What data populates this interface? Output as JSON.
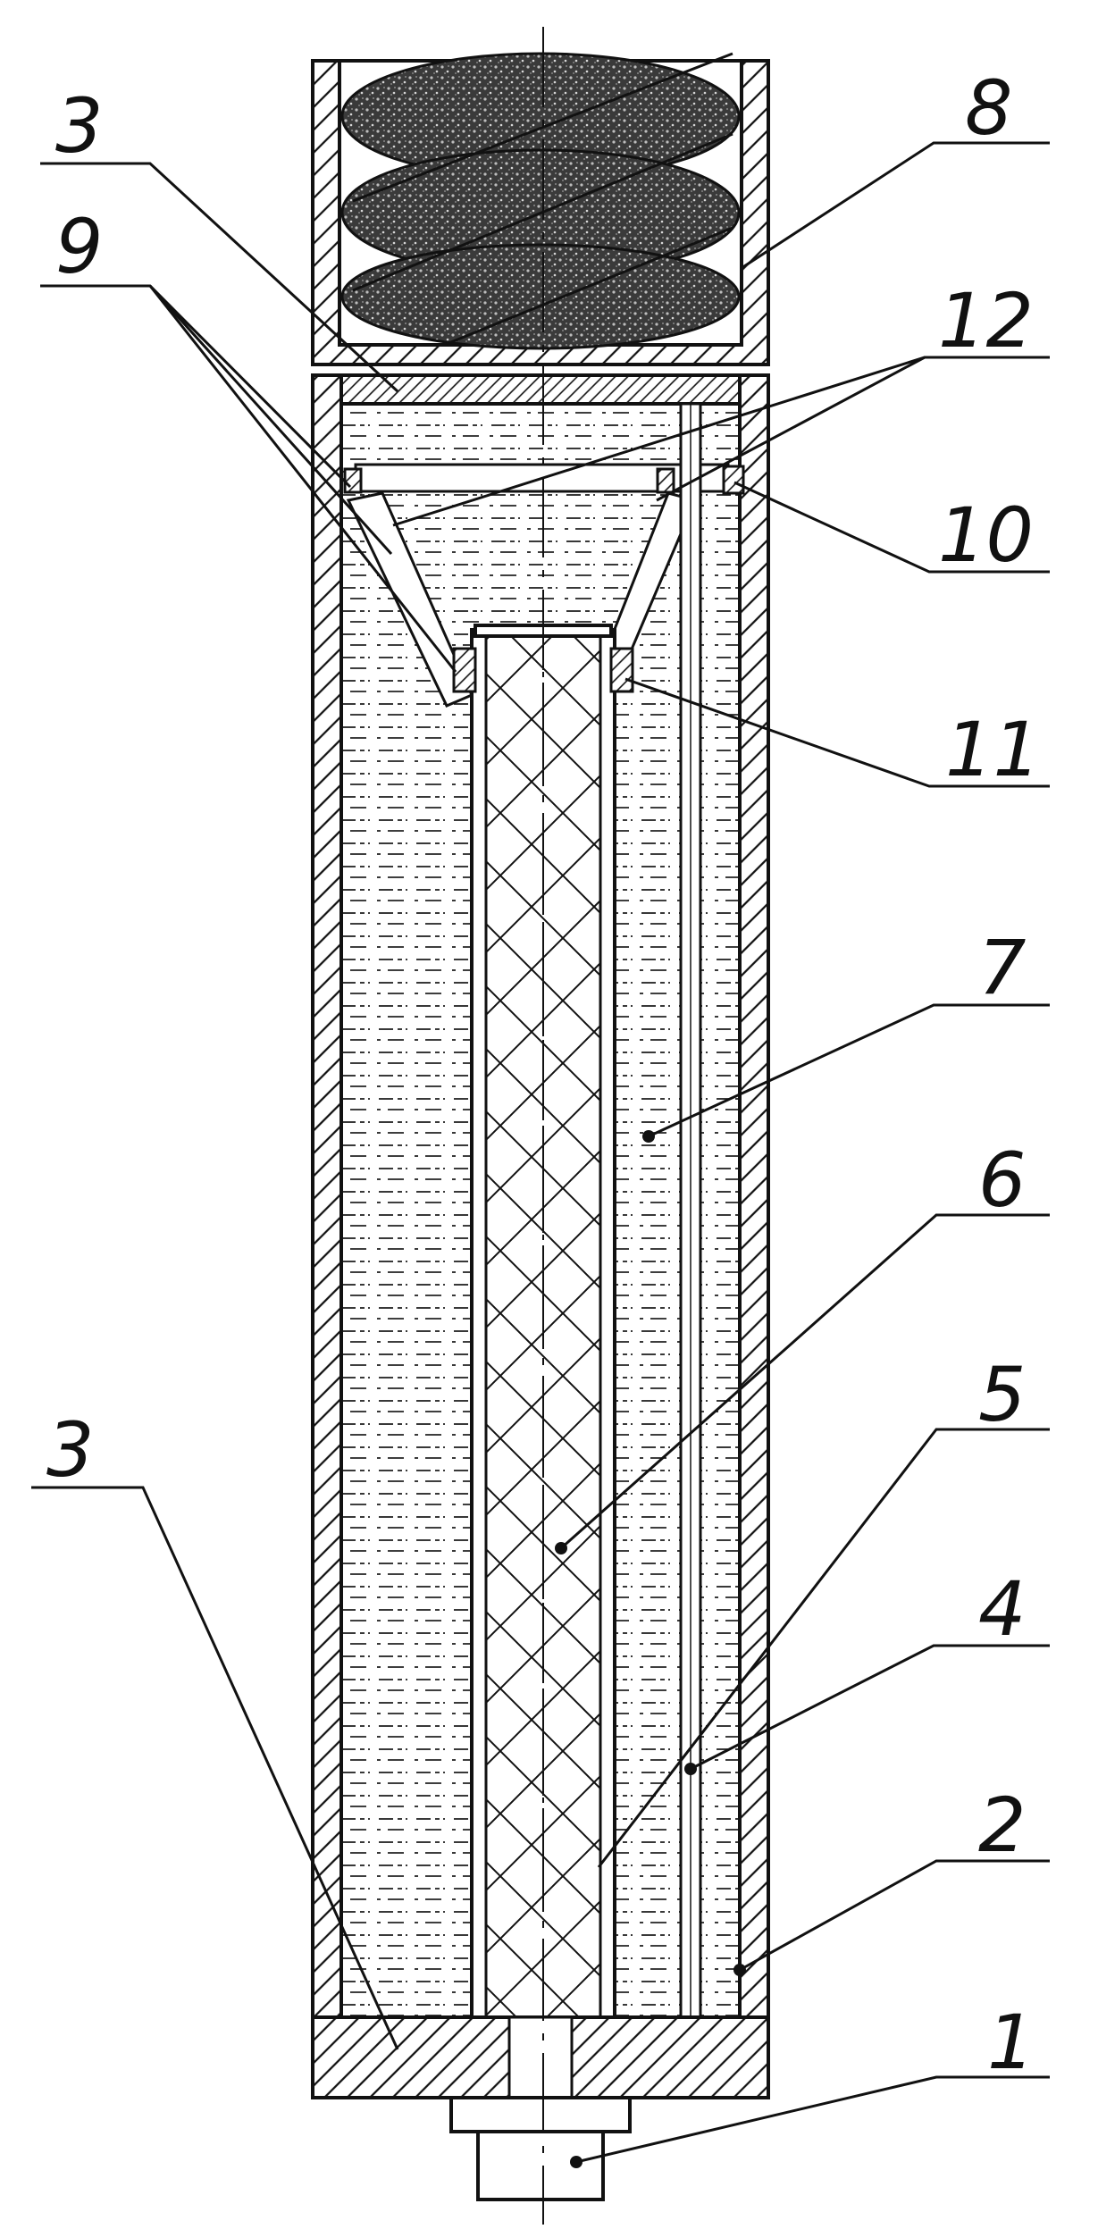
{
  "figure": {
    "callouts": [
      {
        "id": "c3a",
        "text": "3"
      },
      {
        "id": "c9",
        "text": "9"
      },
      {
        "id": "c8",
        "text": "8"
      },
      {
        "id": "c12",
        "text": "12"
      },
      {
        "id": "c10",
        "text": "10"
      },
      {
        "id": "c11",
        "text": "11"
      },
      {
        "id": "c7",
        "text": "7"
      },
      {
        "id": "c6",
        "text": "6"
      },
      {
        "id": "c3b",
        "text": "3"
      },
      {
        "id": "c5",
        "text": "5"
      },
      {
        "id": "c4",
        "text": "4"
      },
      {
        "id": "c2",
        "text": "2"
      },
      {
        "id": "c1",
        "text": "1"
      }
    ]
  }
}
